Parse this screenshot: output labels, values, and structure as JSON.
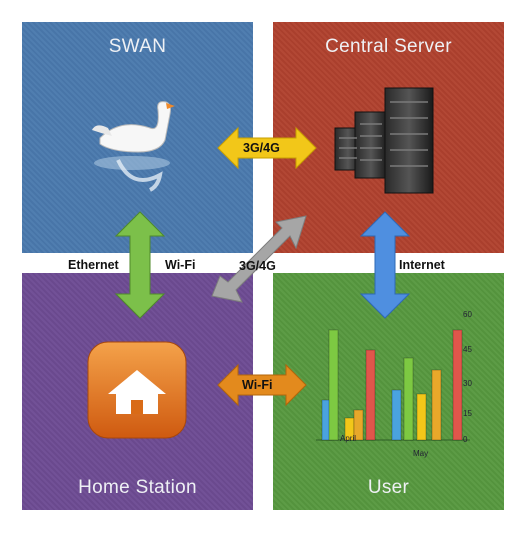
{
  "panels": {
    "swan": {
      "title": "SWAN",
      "color": "#4a79ad"
    },
    "server": {
      "title": "Central Server",
      "color": "#b0412e"
    },
    "home": {
      "title": "Home Station",
      "color": "#6d4b93"
    },
    "user": {
      "title": "User",
      "color": "#57983f"
    }
  },
  "links": {
    "swan_server": "3G/4G",
    "swan_home_left": "Ethernet",
    "swan_home_right": "Wi-Fi",
    "home_server": "3G/4G",
    "server_user": "Internet",
    "home_user": "Wi-Fi"
  },
  "link_colors": {
    "swan_server": "#f2c719",
    "swan_home": "#7cc04a",
    "home_server": "#a6a6a6",
    "server_user": "#4f8fe0",
    "home_user": "#e38a1d"
  },
  "icons": [
    "swan-photo",
    "server-rack-icon",
    "home-app-icon",
    "bar-chart-icon"
  ],
  "chart_data": {
    "type": "bar",
    "categories": [
      "April",
      "May"
    ],
    "y_ticks": [
      "60",
      "45",
      "30",
      "15",
      "0"
    ],
    "ylim": [
      0,
      60
    ]
  }
}
